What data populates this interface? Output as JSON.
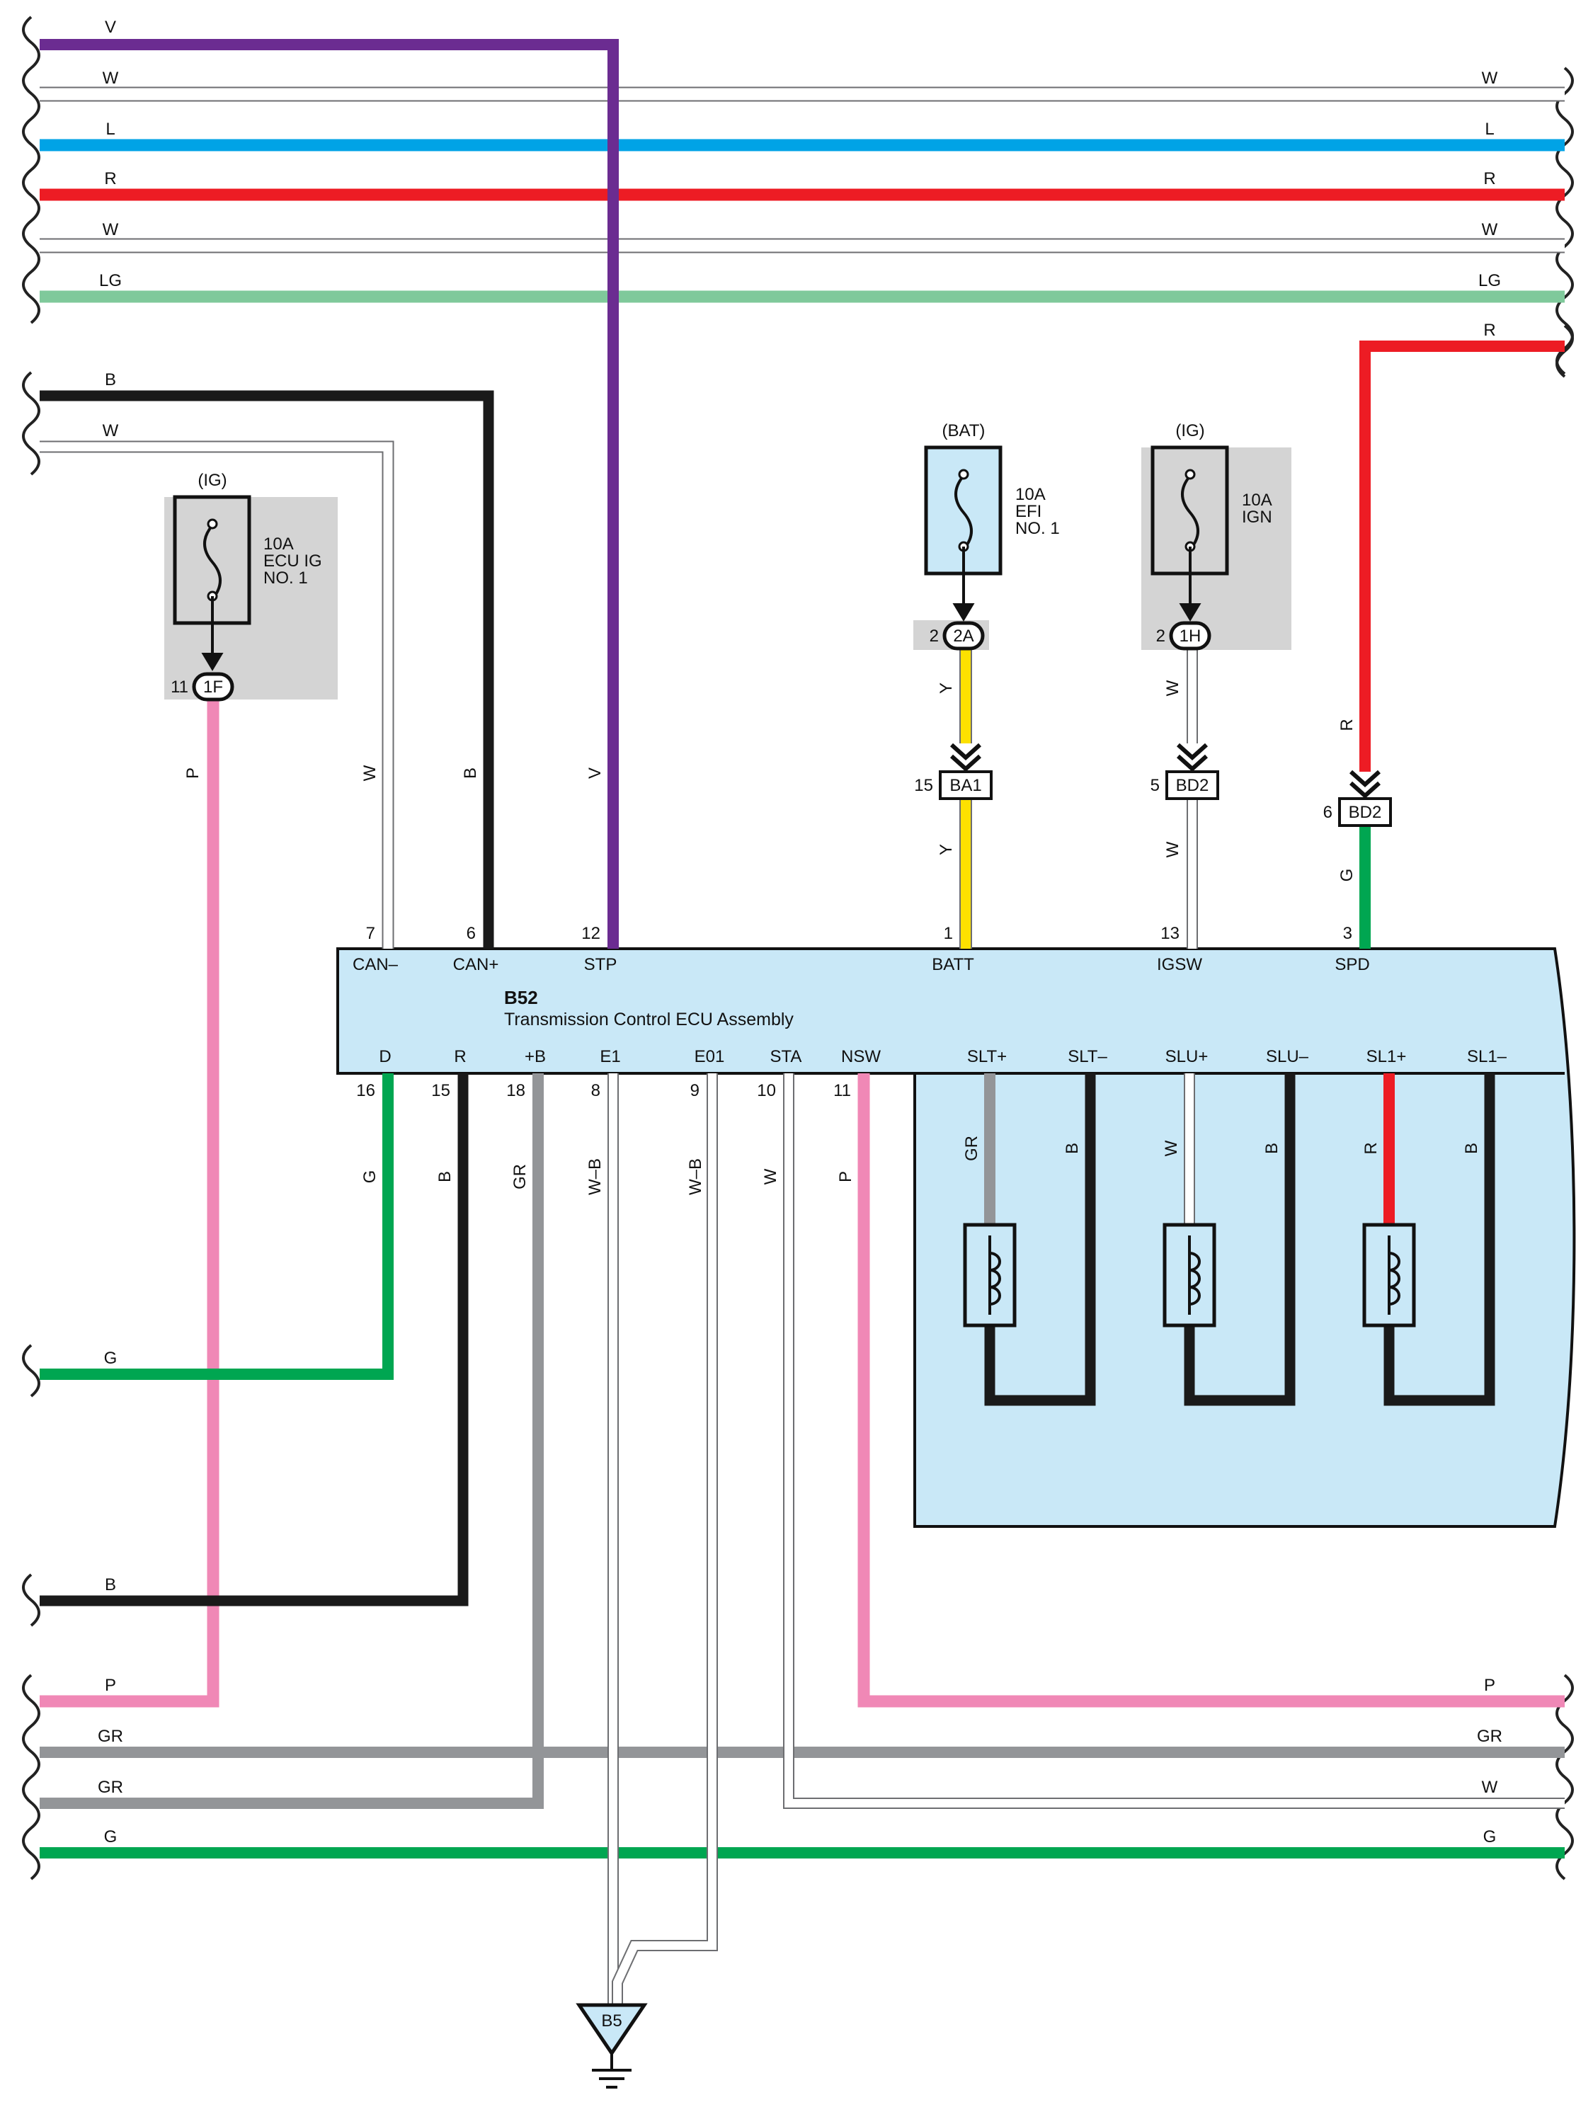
{
  "colors": {
    "V": "#6b2c91",
    "W": "#ffffff",
    "L": "#00a3e6",
    "R": "#ed1c24",
    "LG": "#7fc99b",
    "B": "#1a1a1a",
    "P": "#f088b6",
    "G": "#00a651",
    "GR": "#939598",
    "Y": "#fde100",
    "ecu_fill": "#c9e8f7",
    "fuse_shade": "#d4d4d4",
    "wire_outline": "#6d6e71"
  },
  "left_wires": {
    "v_top": "V",
    "w1": "W",
    "l": "L",
    "r": "R",
    "w2": "W",
    "lg": "LG",
    "b_top": "B",
    "w_top": "W",
    "g_mid": "G",
    "b_bottom": "B",
    "p_bottom": "P",
    "gr1": "GR",
    "gr2": "GR",
    "g_bottom": "G"
  },
  "right_wires": {
    "w1": "W",
    "l": "L",
    "r": "R",
    "w2": "W",
    "lg": "LG",
    "r_spd": "R",
    "p": "P",
    "gr": "GR",
    "w": "W",
    "g": "G"
  },
  "fuse_ecu_ig": {
    "source": "(IG)",
    "amps": "10A",
    "name1": "ECU IG",
    "name2": "NO. 1",
    "pin": "11",
    "conn": "1F"
  },
  "fuse_efi": {
    "source": "(BAT)",
    "amps": "10A",
    "name1": "EFI",
    "name2": "NO. 1",
    "pin": "2",
    "conn": "2A"
  },
  "fuse_ign": {
    "source": "(IG)",
    "amps": "10A",
    "name1": "IGN",
    "pin": "2",
    "conn": "1H"
  },
  "junctions": {
    "ba1": {
      "pin": "15",
      "label": "BA1"
    },
    "bd2_igsw": {
      "pin": "5",
      "label": "BD2"
    },
    "bd2_spd": {
      "pin": "6",
      "label": "BD2"
    }
  },
  "wire_colors": {
    "p_ecu": "P",
    "w_can": "W",
    "b_can": "B",
    "v_stp": "V",
    "y_upper": "Y",
    "y_lower": "Y",
    "w_upper": "W",
    "w_lower": "W",
    "r_spd": "R",
    "g_spd": "G",
    "g_d": "G",
    "b_r": "B",
    "gr_b": "GR",
    "wb_e1": "W–B",
    "wb_e01": "W–B",
    "w_sta": "W",
    "p_nsw": "P",
    "gr_slt": "GR",
    "b_slt": "B",
    "w_slu": "W",
    "b_slu": "B",
    "r_sl1": "R",
    "b_sl1": "B"
  },
  "ecu": {
    "code": "B52",
    "name": "Transmission Control ECU Assembly",
    "top_terminals": [
      {
        "pin": "7",
        "name": "CAN–"
      },
      {
        "pin": "6",
        "name": "CAN+"
      },
      {
        "pin": "12",
        "name": "STP"
      },
      {
        "pin": "1",
        "name": "BATT"
      },
      {
        "pin": "13",
        "name": "IGSW"
      },
      {
        "pin": "3",
        "name": "SPD"
      }
    ],
    "bottom_terminals": [
      {
        "pin": "16",
        "name": "D"
      },
      {
        "pin": "15",
        "name": "R"
      },
      {
        "pin": "18",
        "name": "+B"
      },
      {
        "pin": "8",
        "name": "E1"
      },
      {
        "pin": "9",
        "name": "E01"
      },
      {
        "pin": "10",
        "name": "STA"
      },
      {
        "pin": "11",
        "name": "NSW"
      },
      {
        "pin": "",
        "name": "SLT+"
      },
      {
        "pin": "",
        "name": "SLT–"
      },
      {
        "pin": "",
        "name": "SLU+"
      },
      {
        "pin": "",
        "name": "SLU–"
      },
      {
        "pin": "",
        "name": "SL1+"
      },
      {
        "pin": "",
        "name": "SL1–"
      }
    ]
  },
  "ground": {
    "label": "B5"
  }
}
